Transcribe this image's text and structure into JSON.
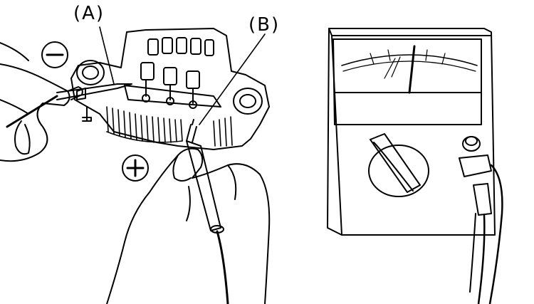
{
  "labels": {
    "a": "(A)",
    "b": "(B)"
  },
  "symbols": {
    "negative": "minus-symbol",
    "positive": "plus-symbol"
  },
  "colors": {
    "ink": "#000000",
    "paper": "#ffffff",
    "shade": "#d9d9d9"
  }
}
